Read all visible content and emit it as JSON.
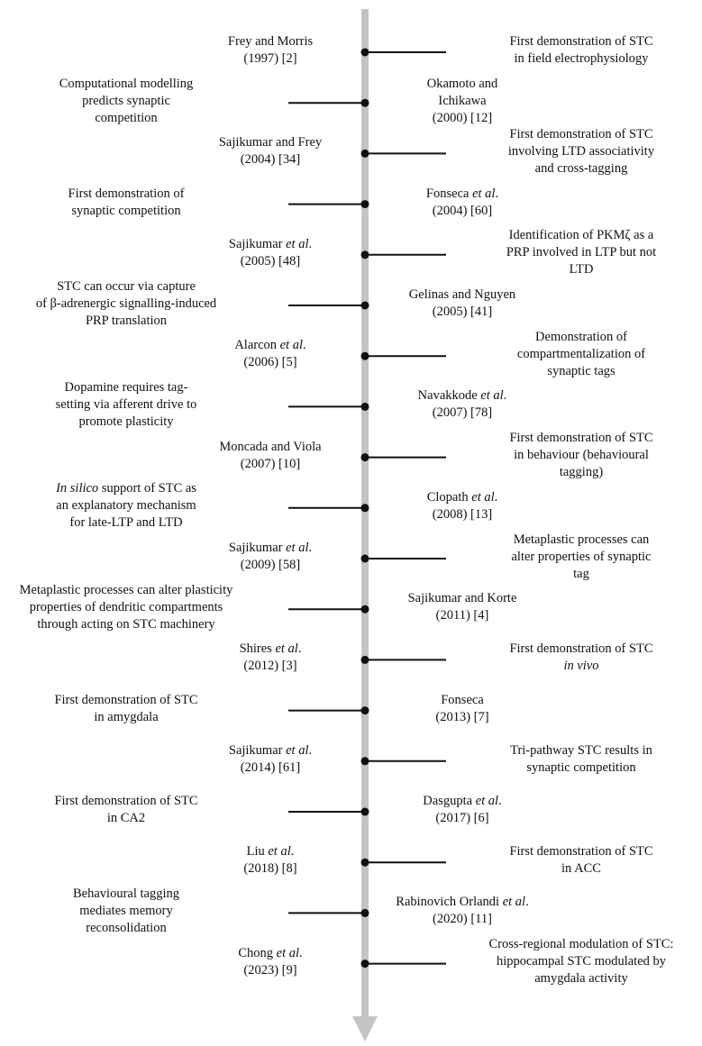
{
  "colors": {
    "axis": "#c4c4c4",
    "line": "#111111",
    "dot": "#111111",
    "text": "#111111"
  },
  "events": [
    {
      "ref": "Frey and Morris\n(1997) [2]",
      "desc": "First demonstration of STC\nin field electrophysiology"
    },
    {
      "ref": "Okamoto and\nIchikawa\n(2000) [12]",
      "desc": "Computational modelling\npredicts synaptic\ncompetition"
    },
    {
      "ref": "Sajikumar and Frey\n(2004) [34]",
      "desc": "First demonstration of STC\ninvolving LTD associativity\nand cross-tagging"
    },
    {
      "ref": "Fonseca <i>et al</i>.\n(2004) [60]",
      "desc": "First demonstration of\nsynaptic competition"
    },
    {
      "ref": "Sajikumar <i>et al</i>.\n(2005) [48]",
      "desc": "Identification of PKMζ as a\nPRP involved in LTP but not\nLTD"
    },
    {
      "ref": "Gelinas and Nguyen\n(2005) [41]",
      "desc": "STC can occur via capture\nof β-adrenergic signalling-induced\nPRP translation"
    },
    {
      "ref": "Alarcon <i>et al</i>.\n(2006) [5]",
      "desc": "Demonstration of\ncompartmentalization of\nsynaptic tags"
    },
    {
      "ref": "Navakkode <i>et al</i>.\n(2007) [78]",
      "desc": "Dopamine requires tag-\nsetting via afferent drive to\npromote plasticity"
    },
    {
      "ref": "Moncada and Viola\n(2007) [10]",
      "desc": "First demonstration of STC\nin behaviour (behavioural\ntagging)"
    },
    {
      "ref": "Clopath <i>et al</i>.\n(2008) [13]",
      "desc": "<i>In silico</i> support of STC as\nan explanatory mechanism\nfor late-LTP and LTD"
    },
    {
      "ref": "Sajikumar <i>et al</i>.\n(2009) [58]",
      "desc": "Metaplastic processes can\nalter properties of synaptic\ntag"
    },
    {
      "ref": "Sajikumar and Korte\n(2011) [4]",
      "desc": "Metaplastic processes can alter plasticity\nproperties of dendritic compartments\nthrough acting on STC machinery"
    },
    {
      "ref": "Shires <i>et al</i>.\n(2012) [3]",
      "desc": "First demonstration of STC\n<i>in vivo</i>"
    },
    {
      "ref": "Fonseca\n(2013) [7]",
      "desc": "First demonstration of STC\nin amygdala"
    },
    {
      "ref": "Sajikumar <i>et al</i>.\n(2014) [61]",
      "desc": "Tri-pathway STC results in\nsynaptic competition"
    },
    {
      "ref": "Dasgupta <i>et al</i>.\n(2017) [6]",
      "desc": "First demonstration of STC\nin CA2"
    },
    {
      "ref": "Liu <i>et al</i>.\n(2018) [8]",
      "desc": "First demonstration of STC\nin ACC"
    },
    {
      "ref": "Rabinovich Orlandi <i>et al</i>.\n(2020) [11]",
      "desc": "Behavioural tagging\nmediates memory\nreconsolidation"
    },
    {
      "ref": "Chong <i>et al</i>.\n(2023) [9]",
      "desc": "Cross-regional modulation of STC:\nhippocampal STC modulated by\namygdala activity"
    }
  ]
}
